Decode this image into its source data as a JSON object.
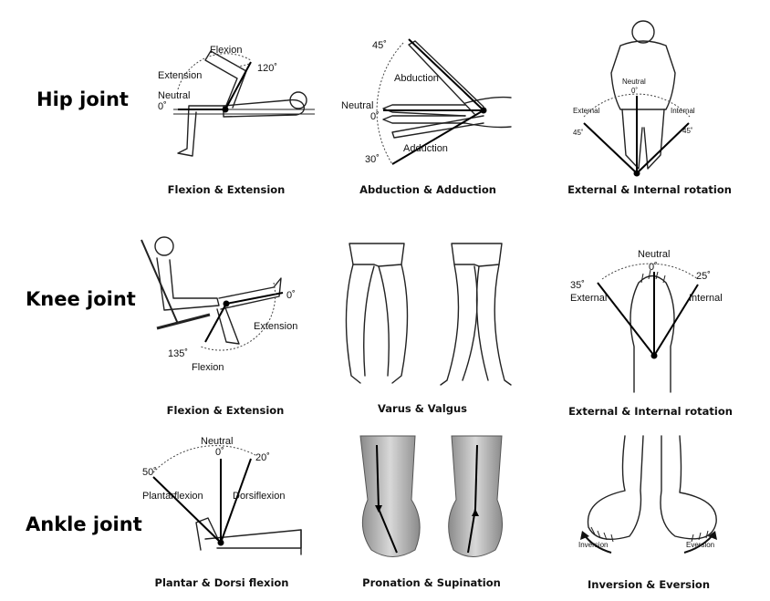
{
  "rows": {
    "hip": "Hip joint",
    "knee": "Knee joint",
    "ankle": "Ankle joint"
  },
  "hip_flexion": {
    "caption": "Flexion & Extension",
    "flexion": "Flexion",
    "extension": "Extension",
    "neutral": "Neutral",
    "zero": "0˚",
    "angle": "120˚"
  },
  "hip_abduction": {
    "caption": "Abduction & Adduction",
    "angle_top": "45˚",
    "abduction": "Abduction",
    "neutral": "Neutral",
    "zero": "0˚",
    "adduction": "Adduction",
    "angle_bottom": "30˚"
  },
  "hip_rotation": {
    "caption": "External & Internal rotation",
    "neutral": "Neutral",
    "zero": "0˚",
    "external": "External",
    "internal": "Internal",
    "left_angle": "45˚",
    "right_angle": "45˚"
  },
  "knee_flexion": {
    "caption": "Flexion & Extension",
    "zero": "0˚",
    "extension": "Extension",
    "angle": "135˚",
    "flexion": "Flexion"
  },
  "knee_varus": {
    "caption": "Varus & Valgus"
  },
  "knee_rotation": {
    "caption": "External & Internal rotation",
    "neutral": "Neutral",
    "zero": "0˚",
    "left_angle": "35˚",
    "right_angle": "25˚",
    "external": "External",
    "internal": "Internal"
  },
  "ankle_flexion": {
    "caption": "Plantar & Dorsi flexion",
    "neutral": "Neutral",
    "zero": "0˚",
    "dorsi_angle": "20˚",
    "plantar_angle": "50˚",
    "plantar": "Plantarflexion",
    "dorsi": "Dorsiflexion"
  },
  "ankle_pronation": {
    "caption": "Pronation & Supination"
  },
  "ankle_inversion": {
    "caption": "Inversion & Eversion",
    "inversion": "Inversion",
    "eversion": "Eversion"
  }
}
